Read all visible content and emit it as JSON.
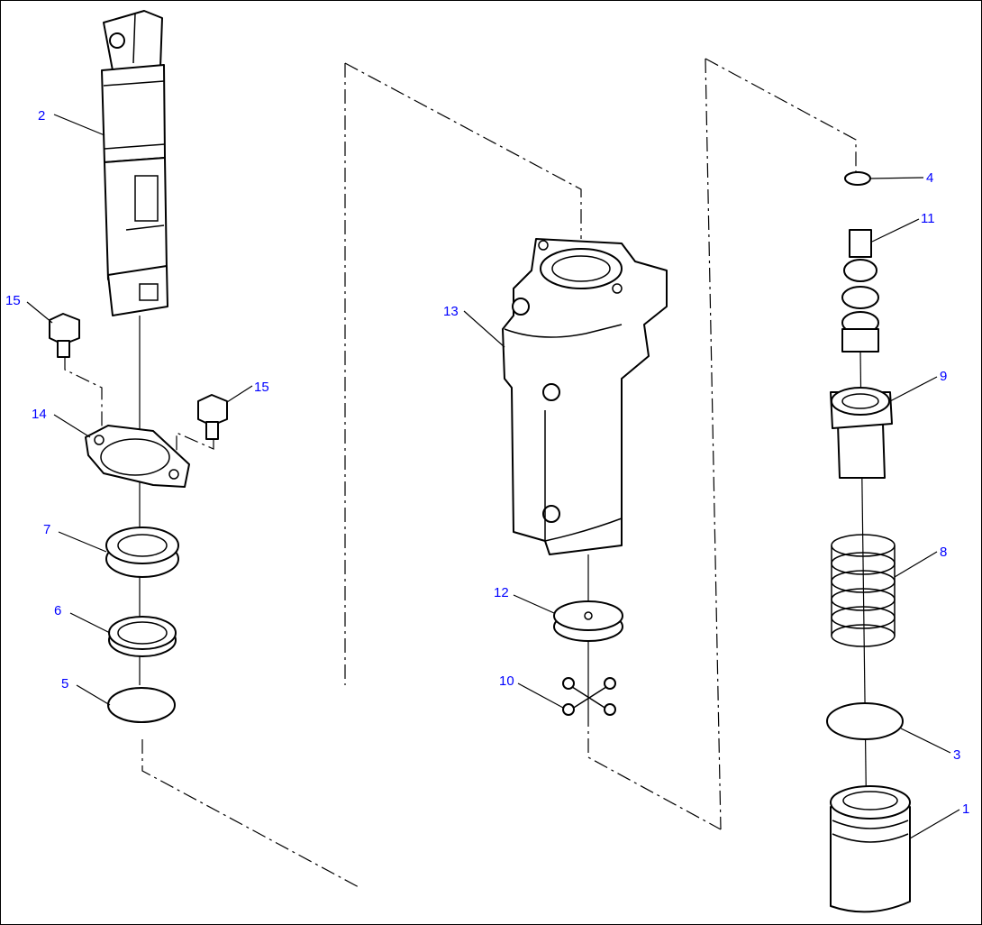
{
  "callouts": {
    "c1": "1",
    "c2": "2",
    "c3": "3",
    "c4": "4",
    "c5": "5",
    "c6": "6",
    "c7": "7",
    "c8": "8",
    "c9": "9",
    "c10": "10",
    "c11": "11",
    "c12": "12",
    "c13": "13",
    "c14": "14",
    "c15a": "15",
    "c15b": "15"
  },
  "colors": {
    "callout": "#0000ff",
    "line": "#000000",
    "background": "#ffffff"
  }
}
